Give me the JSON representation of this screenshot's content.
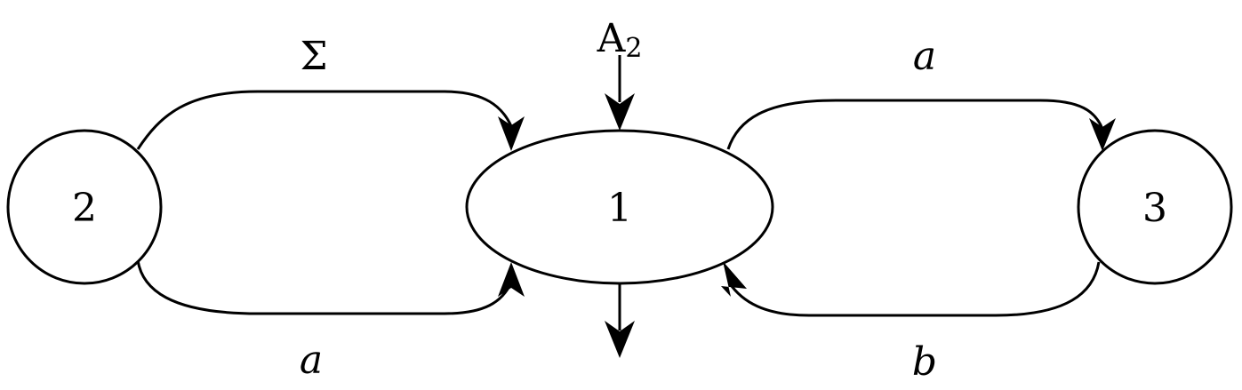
{
  "automaton": {
    "name": "A",
    "name_subscript": "2"
  },
  "states": [
    {
      "id": "2",
      "label": "2"
    },
    {
      "id": "1",
      "label": "1",
      "initial": true,
      "final": true
    },
    {
      "id": "3",
      "label": "3"
    }
  ],
  "transitions": [
    {
      "from": "2",
      "to": "1",
      "label": "Σ"
    },
    {
      "from": "2",
      "to": "1",
      "label": "a"
    },
    {
      "from": "1",
      "to": "3",
      "label": "a"
    },
    {
      "from": "3",
      "to": "1",
      "label": "b"
    }
  ],
  "colors": {
    "stroke": "#000000",
    "background": "#ffffff"
  }
}
